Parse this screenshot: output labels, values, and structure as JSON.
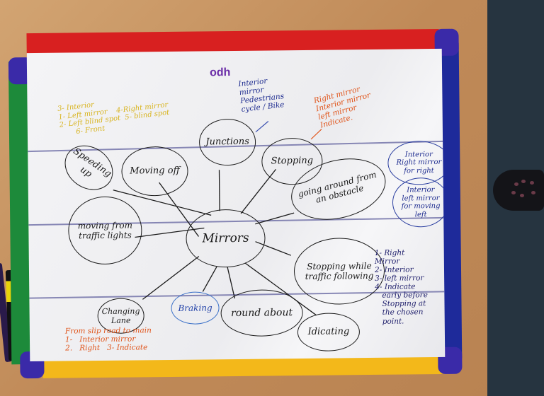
{
  "scene": {
    "description": "Photo of a whiteboard mind map about mirror use when driving",
    "colors": {
      "table": "#c89868",
      "frame_top": "#d82020",
      "frame_right": "#1e2a9a",
      "frame_bottom": "#f3b81a",
      "frame_left": "#1d8a3a",
      "board": "#f0f0f2",
      "ink_black": "#1a1a1a",
      "ink_blue": "#1f2d90",
      "ink_orange": "#e0541a",
      "ink_yellow": "#d8b420"
    }
  },
  "whiteboard": {
    "brand_logo": "odh",
    "center_node": "Mirrors",
    "nodes": [
      {
        "id": "speeding-up",
        "label": "Speeding up"
      },
      {
        "id": "moving-off",
        "label": "Moving off"
      },
      {
        "id": "junctions",
        "label": "Junctions"
      },
      {
        "id": "stopping",
        "label": "Stopping"
      },
      {
        "id": "going-around-obstacle",
        "label": "going around from an obstacle"
      },
      {
        "id": "moving-from-traffic-lights",
        "label": "moving from traffic lights"
      },
      {
        "id": "stopping-while-traffic-following",
        "label": "Stopping while traffic following"
      },
      {
        "id": "changing-lane",
        "label": "Changing Lane"
      },
      {
        "id": "braking",
        "label": "Braking"
      },
      {
        "id": "roundabout",
        "label": "round about"
      },
      {
        "id": "indicating",
        "label": "Idicating"
      }
    ],
    "notes": {
      "moving_off_yellow": "3- Interior\n1- Left mirror    4-Right mirror\n2- Left blind spot  5- blind spot\n       6- Front",
      "junctions_blue": "Interior\nmirror\nPedestrians\ncycle / Bike",
      "stopping_orange": "Right mirror\nInterior mirror\nleft mirror\nIndicate.",
      "obstacle_right_bubble": "Interior\nRight mirror\nfor right",
      "obstacle_left_bubble": "Interior\nleft mirror\nfor moving\nleft",
      "stopping_traffic_list": "1- Right\nMirror\n2- Interior\n3- left mirror\n4- Indicate\n   early before\n   Stopping at\n   the chosen\n   point.",
      "changing_lane_orange": "From slip road to main\n1-   Interior mirror\n2.   Right   3- Indicate"
    }
  }
}
